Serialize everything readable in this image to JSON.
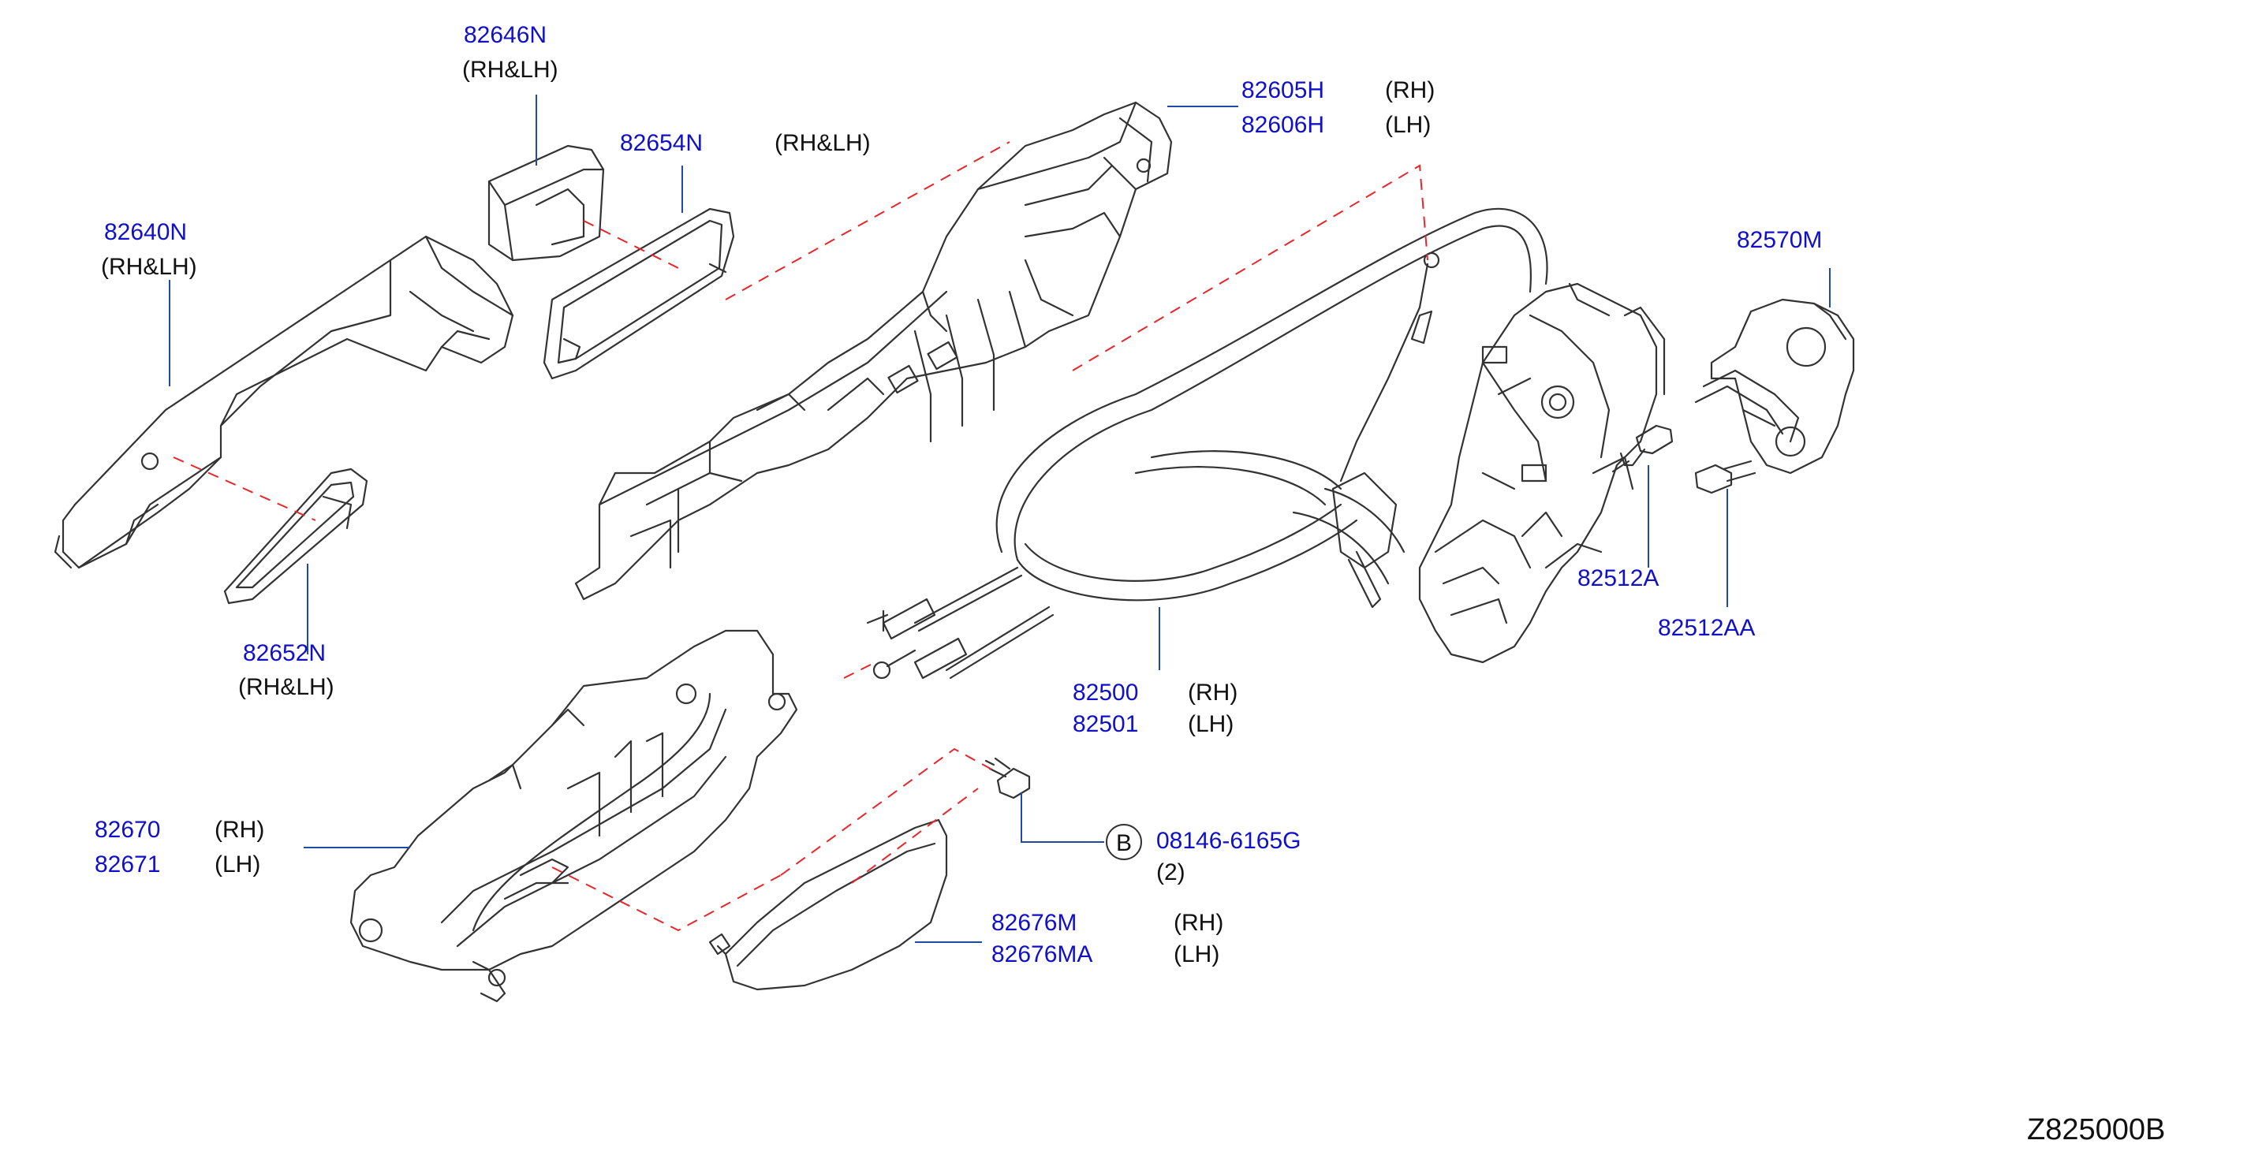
{
  "diagram_code": "Z825000B",
  "colors": {
    "part_number": "#1010c8",
    "qualifier": "#111111",
    "leader": "#1e4aa8",
    "dash": "#e8262c",
    "outline": "#333333"
  },
  "callouts": {
    "p82646N": {
      "pn": "82646N",
      "q": "(RH&LH)"
    },
    "p82654N": {
      "pn": "82654N",
      "q": "(RH&LH)"
    },
    "p82640N": {
      "pn": "82640N",
      "q": "(RH&LH)"
    },
    "p82652N": {
      "pn": "82652N",
      "q": "(RH&LH)"
    },
    "p82605H": {
      "pn": "82605H",
      "q": "(RH)"
    },
    "p82606H": {
      "pn": "82606H",
      "q": "(LH)"
    },
    "p82570M": {
      "pn": "82570M"
    },
    "p82512A": {
      "pn": "82512A"
    },
    "p82512AA": {
      "pn": "82512AA"
    },
    "p82500": {
      "pn": "82500",
      "q": "(RH)"
    },
    "p82501": {
      "pn": "82501",
      "q": "(LH)"
    },
    "p82670": {
      "pn": "82670",
      "q": "(RH)"
    },
    "p82671": {
      "pn": "82671",
      "q": "(LH)"
    },
    "bolt": {
      "badge": "B",
      "pn": "08146-6165G",
      "q": "(2)"
    },
    "p82676M": {
      "pn": "82676M",
      "q": "(RH)"
    },
    "p82676MA": {
      "pn": "82676MA",
      "q": "(LH)"
    }
  }
}
